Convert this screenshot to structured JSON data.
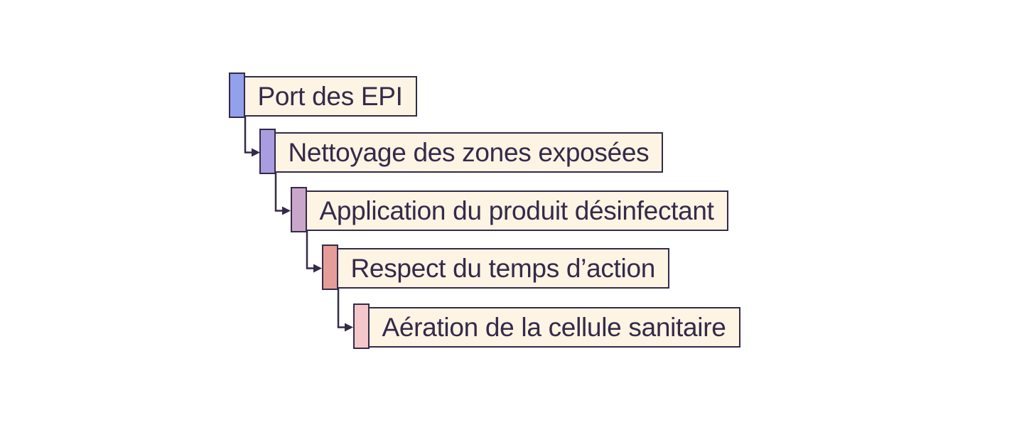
{
  "diagram": {
    "description": "Cascading step flow of sanitary cell disinfection procedure",
    "steps": [
      {
        "label": "Port des EPI",
        "tab_color": "#93A1EB"
      },
      {
        "label": "Nettoyage des zones exposées",
        "tab_color": "#AA9DDF"
      },
      {
        "label": "Application du produit désinfectant",
        "tab_color": "#C9A6CA"
      },
      {
        "label": "Respect du temps d’action",
        "tab_color": "#E59D98"
      },
      {
        "label": "Aération de la cellule sanitaire",
        "tab_color": "#F4C7CA"
      }
    ],
    "colors": {
      "box_background": "#FDF4E4",
      "border": "#342A49",
      "text": "#342A49",
      "connector": "#342A49",
      "page_background": "#FFFFFF"
    }
  }
}
